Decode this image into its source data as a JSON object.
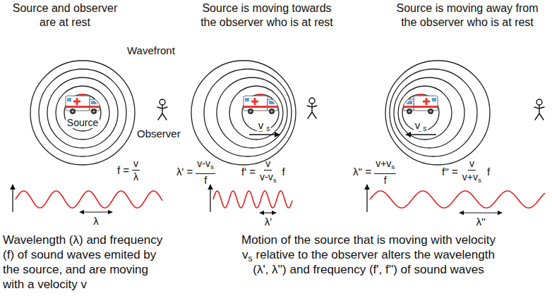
{
  "diagram": {
    "labels": [
      "Source and observer are at rest",
      "Source is moving towards the observer who is at rest",
      "Source is moving away from the observer who is at rest",
      "Wavefront",
      "Source",
      "Observer",
      "v",
      "s",
      "v",
      "s",
      "f =",
      "v",
      "λ",
      "λ' =",
      "v-v",
      "s",
      "f",
      "f' =",
      "v",
      "v-v",
      "s",
      "f",
      "λ'' =",
      "v+v",
      "s",
      "f",
      "f'' =",
      "v",
      "v+v",
      "s",
      "f",
      "λ",
      "λ'",
      "λ''",
      "Wavelength (λ) and frequency (f) of sound waves emited by the source, and are moving with a velocity v",
      "Motion of the source that is moving with velocity",
      "v",
      "s",
      "relative to the observer alters the wavelength",
      "(λ', λ'') and frequency (f', f'') of sound waves"
    ]
  }
}
